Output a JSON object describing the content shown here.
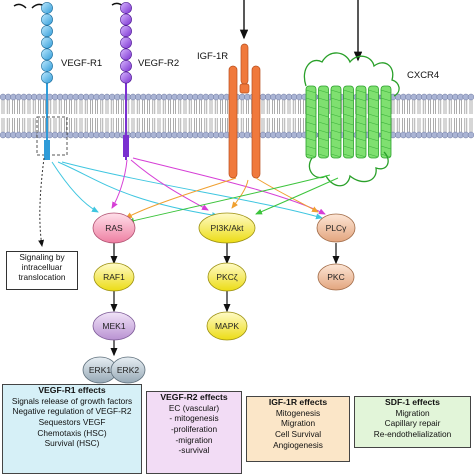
{
  "receptors": {
    "vegfr1": "VEGF-R1",
    "vegfr2": "VEGF-R2",
    "igf1r": "IGF-1R",
    "cxcr4": "CXCR4"
  },
  "nodes": {
    "ras": "RAS",
    "pi3k": "PI3K/Akt",
    "plc": "PLCγ",
    "raf1": "RAF1",
    "pkcz": "PKCζ",
    "pkc": "PKC",
    "mek1": "MEK1",
    "mapk": "MAPK",
    "erk1": "ERK1",
    "erk2": "ERK2"
  },
  "signaling_note": [
    "Signaling by",
    "intracelluar",
    "translocation"
  ],
  "effects": {
    "vegfr1": {
      "title": "VEGF-R1 effects",
      "items": [
        "Signals release of growth factors",
        "Negative regulation of VEGF-R2",
        "Sequestors VEGF",
        "Chemotaxis (HSC)",
        "Survival (HSC)"
      ]
    },
    "vegfr2": {
      "title": "VEGF-R2 effects",
      "items": [
        "EC (vascular)",
        "- mitogenesis",
        "-proliferation",
        "-migration",
        "-survival"
      ]
    },
    "igf1r": {
      "title": "IGF-1R effects",
      "items": [
        "Mitogenesis",
        "Migration",
        "Cell Survival",
        "Angiogenesis"
      ]
    },
    "sdf1": {
      "title": "SDF-1 effects",
      "items": [
        "Migration",
        "Capillary repair",
        "Re-endothelialization"
      ]
    }
  },
  "colors": {
    "vegfr1_arrow": "#3fc6e0",
    "vegfr2_arrow": "#d63fd6",
    "igf1r_arrow": "#f0a030",
    "cxcr4_arrow": "#3cc43c",
    "ras_fill": "#f6a8c0",
    "pi3k_fill": "#f4ee40",
    "plc_fill": "#f2c4a4",
    "mek_fill": "#d6b4e6",
    "membrane_head": "#aab4d4"
  }
}
